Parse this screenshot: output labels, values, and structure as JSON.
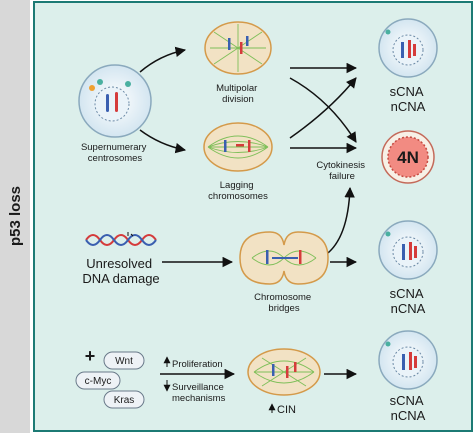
{
  "side_label": "p53 loss",
  "supernumerary": [
    "Supernumerary",
    "centrosomes"
  ],
  "multipolar": [
    "Multipolar",
    "division"
  ],
  "lagging": [
    "Lagging",
    "chromosomes"
  ],
  "cytokinesis": [
    "Cytokinesis",
    "failure"
  ],
  "dna_damage": [
    "Unresolved",
    "DNA damage"
  ],
  "bridges": [
    "Chromosome",
    "bridges"
  ],
  "tetraploid": "4N",
  "outcome1": [
    "sCNA",
    "nCNA"
  ],
  "outcome2": [
    "sCNA",
    "nCNA"
  ],
  "outcome3": [
    "sCNA",
    "nCNA"
  ],
  "plus": "+",
  "oncogenes": {
    "wnt": "Wnt",
    "myc": "c-Myc",
    "kras": "Kras"
  },
  "proliferation": "Proliferation",
  "surveillance": [
    "Surveillance",
    "mechanisms"
  ],
  "cin": "CIN",
  "colors": {
    "panel": "#dcefeb",
    "panel_border": "#1c7a74",
    "side_bar": "#d8d8d8",
    "cell_fill": "#f2e2c4",
    "cell_border": "#d49a4a",
    "spindle": "#7fbf5a",
    "chrom_red": "#d53b3b",
    "chrom_blue": "#3a5fb0",
    "daughter_fill": "#e2eef6",
    "tetra_fill": "#f28b82"
  }
}
